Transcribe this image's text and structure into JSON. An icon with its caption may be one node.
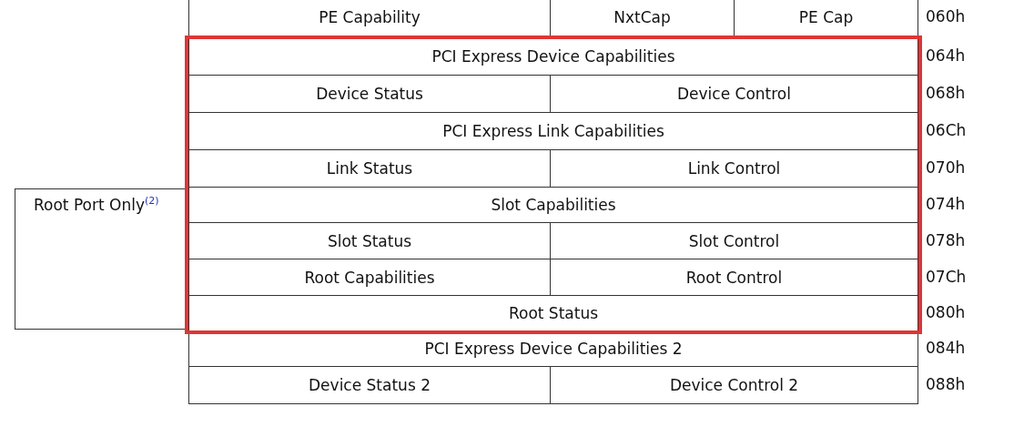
{
  "diagram": {
    "nodes": [
      {
        "text": [
          "Root Port Only$^{(2)}$"
        ]
      }
    ],
    "labels": [
      "PE Capability",
      "NxtCap",
      "PE Cap",
      "060h",
      "PCI Express Device Capabilities",
      "064h",
      "Device Status",
      "Device Control",
      "068h",
      "PCI Express Link Capabilities",
      "06Ch",
      "Link Status",
      "Link Control",
      "070h",
      "Slot Capabilities",
      "074h",
      "Slot Status",
      "Slot Control",
      "078h",
      "Root Capabilities",
      "Root Control",
      "07Ch",
      "Root Status",
      "080h",
      "PCI Express Device Capabilities 2",
      "084h",
      "Device Status 2",
      "Device Control 2",
      "088h"
    ]
  }
}
